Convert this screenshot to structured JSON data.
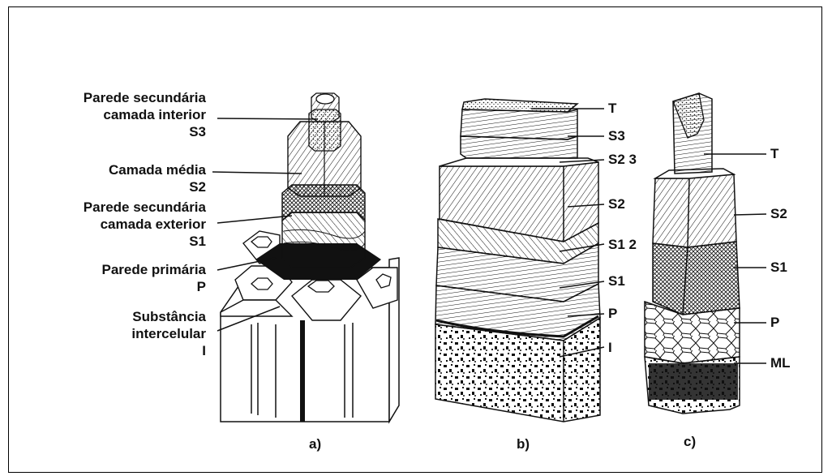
{
  "diagram_a": {
    "caption": "a)",
    "labels": {
      "s3_line1": "Parede secundária",
      "s3_line2": "camada interior",
      "s3_code": "S3",
      "s2_line1": "Camada média",
      "s2_code": "S2",
      "s1_line1": "Parede secundária",
      "s1_line2": "camada exterior",
      "s1_code": "S1",
      "p_line1": "Parede primária",
      "p_code": "P",
      "i_line1": "Substância",
      "i_line2": "intercelular",
      "i_code": "I"
    }
  },
  "diagram_b": {
    "caption": "b)",
    "labels": {
      "t": "T",
      "s3": "S3",
      "s2_3": "S2 3",
      "s2": "S2",
      "s1_2": "S1 2",
      "s1": "S1",
      "p": "P",
      "i": "I"
    }
  },
  "diagram_c": {
    "caption": "c)",
    "labels": {
      "t": "T",
      "s2": "S2",
      "s1": "S1",
      "p": "P",
      "ml": "ML"
    }
  },
  "colors": {
    "ink": "#111111",
    "paper": "#ffffff"
  }
}
